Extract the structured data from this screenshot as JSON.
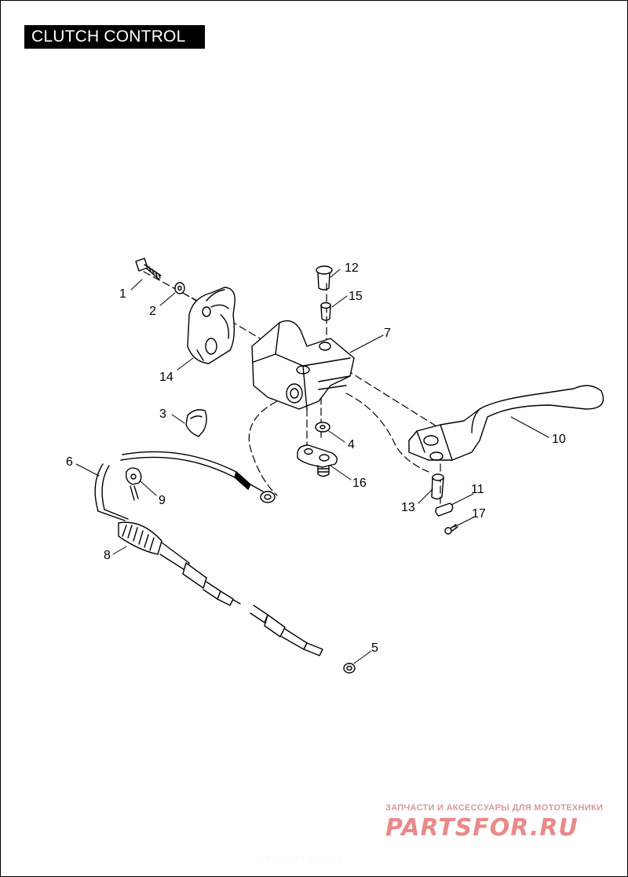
{
  "header": {
    "title": "CLUTCH CONTROL"
  },
  "callouts": {
    "c1": "1",
    "c2": "2",
    "c3": "3",
    "c4": "4",
    "c5": "5",
    "c6": "6",
    "c7": "7",
    "c8": "8",
    "c9": "9",
    "c10": "10",
    "c11": "11",
    "c12": "12",
    "c13": "13",
    "c14": "14",
    "c15": "15",
    "c16": "16",
    "c17": "17"
  },
  "watermark": {
    "subtitle": "ЗАПЧАСТИ И АКСЕССУАРЫ ДЛЯ МОТОТЕХНИКИ",
    "logo_text": "PARTSFOR.RU",
    "color": "#e07a7a"
  }
}
